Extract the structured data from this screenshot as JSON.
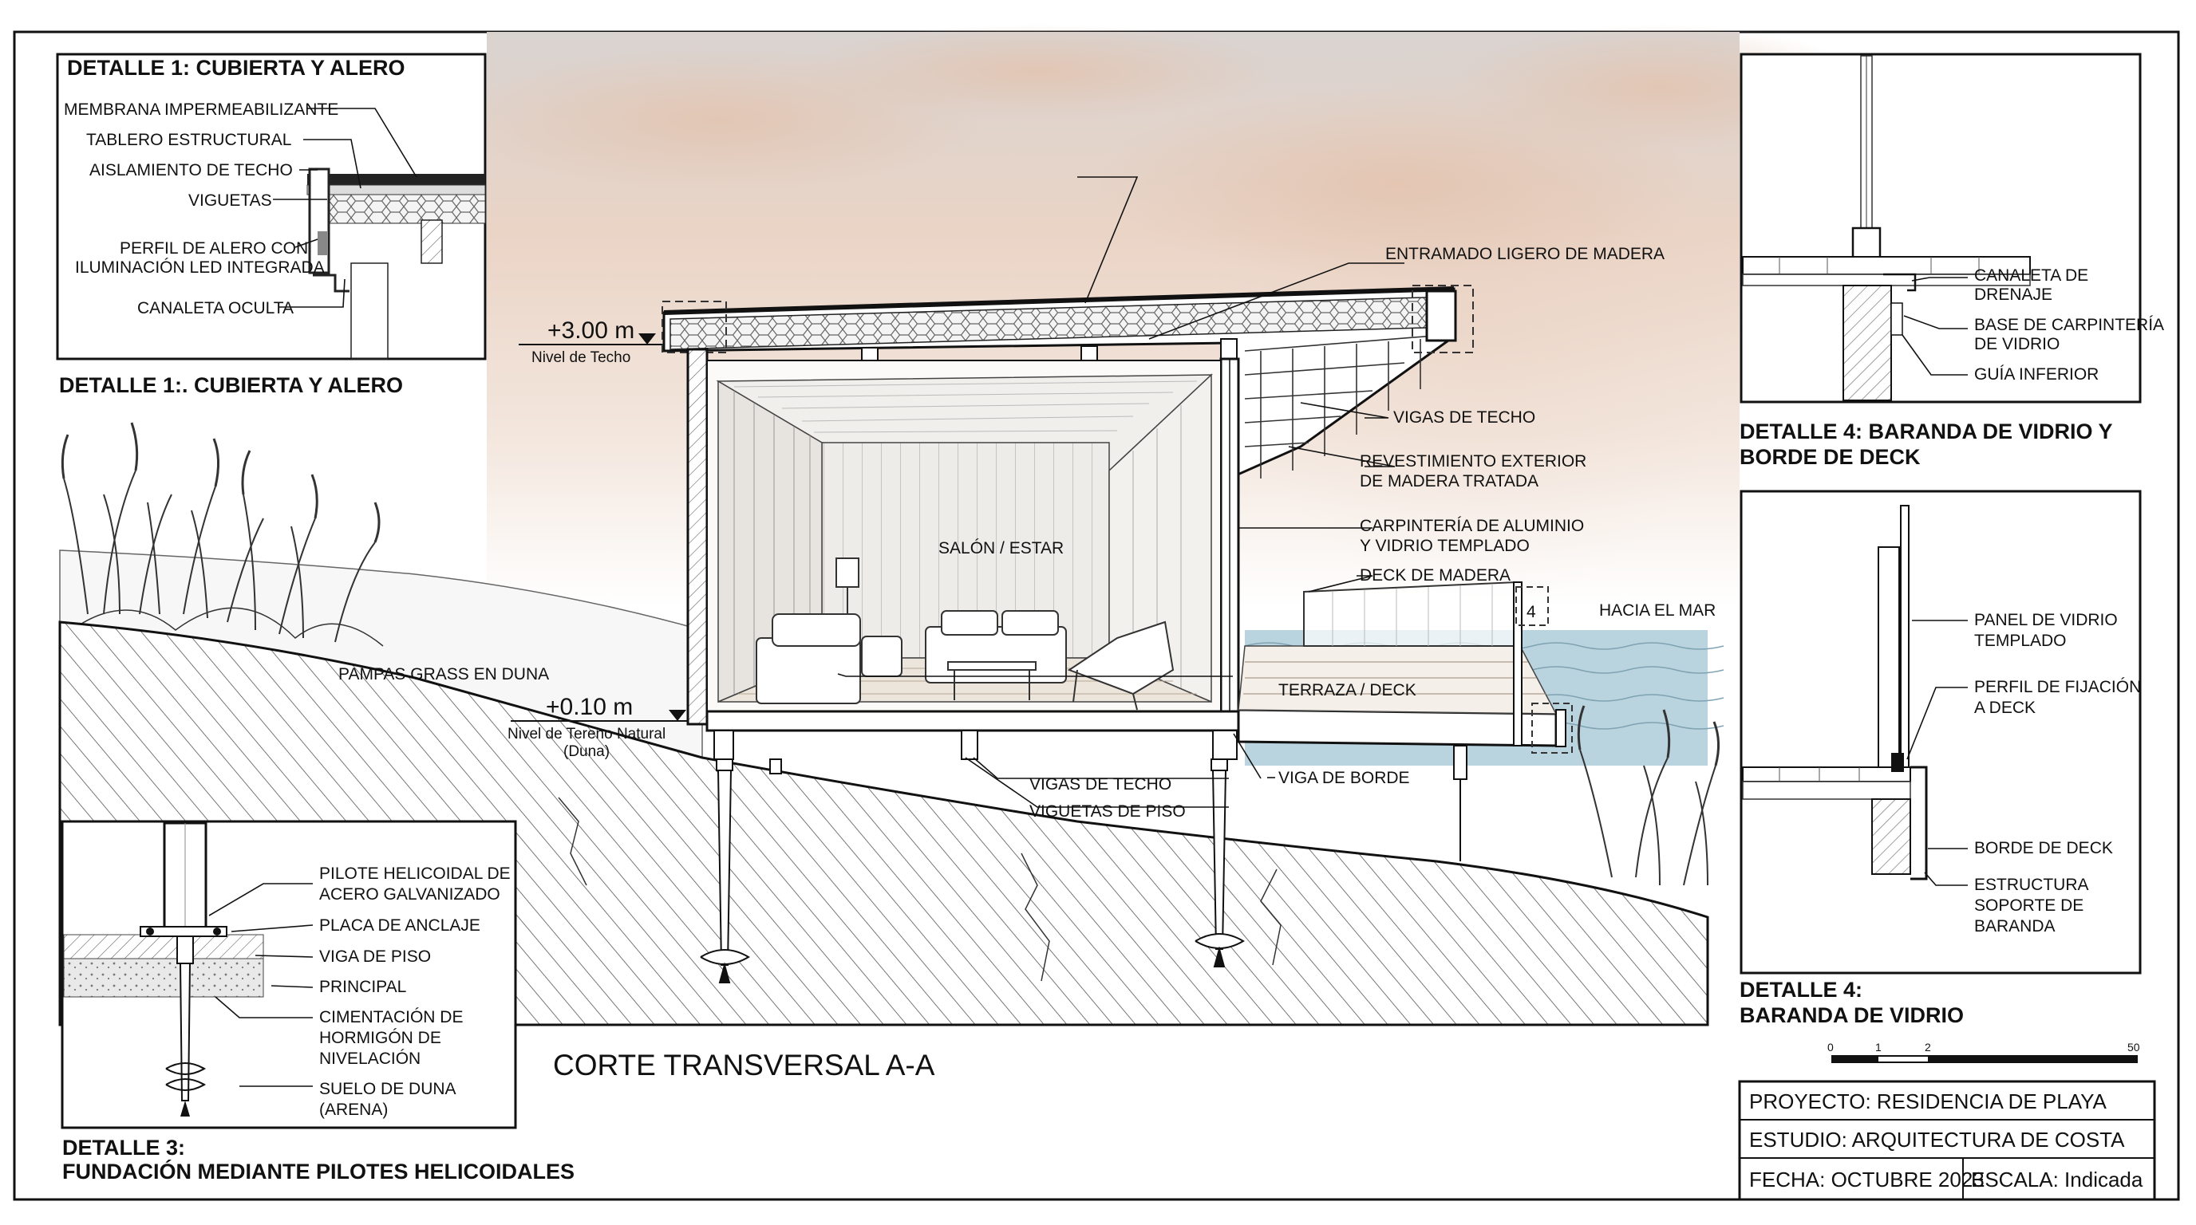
{
  "detail1": {
    "box_title": "DETALLE 1: CUBIERTA Y ALERO",
    "caption": "DETALLE 1:. CUBIERTA Y ALERO",
    "labels": [
      "MEMBRANA IMPERMEABILIZANTE",
      "TABLERO ESTRUCTURAL",
      "AISLAMIENTO DE TECHO",
      "VIGUETAS",
      "PERFIL DE ALERO CON",
      "ILUMINACIÓN LED INTEGRADA",
      "CANALETA OCULTA"
    ]
  },
  "levels": {
    "roof_value": "+3.00 m",
    "roof_label": "Nivel de Techo",
    "ground_value": "+0.10 m",
    "ground_label_1": "Nivel de Tereno Natural",
    "ground_label_2": "(Duna)"
  },
  "section": {
    "callouts": {
      "entramado": "ENTRAMADO LIGERO DE MADERA",
      "vigas_techo_roof": "VIGAS DE TECHO",
      "revestimiento_1": "REVESTIMIENTO EXTERIOR",
      "revestimiento_2": "DE MADERA TRATADA",
      "carpinteria_1": "CARPINTERÍA DE ALUMINIO",
      "carpinteria_2": "Y VIDRIO TEMPLADO",
      "deck_madera": "DECK DE MADERA",
      "hacia_mar": "HACIA EL MAR",
      "salon": "SALÓN / ESTAR",
      "terraza": "TERRAZA / DECK",
      "pampas": "PAMPAS GRASS EN DUNA",
      "vigas_techo_floor": "VIGAS DE TECHO",
      "viguetas_piso": "VIGUETAS DE PISO",
      "viga_borde": "VIGA DE BORDE",
      "detail_tag": "4"
    },
    "title": "CORTE TRANSVERSAL A-A"
  },
  "detail3": {
    "labels": [
      "PILOTE HELICOIDAL DE",
      "ACERO GALVANIZADO",
      "PLACA DE ANCLAJE",
      "VIGA DE PISO",
      "PRINCIPAL",
      "CIMENTACIÓN DE",
      "HORMIGÓN DE",
      "NIVELACIÓN",
      "SUELO DE DUNA",
      "(ARENA)"
    ],
    "caption_1": "DETALLE 3:",
    "caption_2": "FUNDACIÓN MEDIANTE PILOTES HELICOIDALES"
  },
  "detail4a": {
    "labels": [
      "CANALETA DE",
      "DRENAJE",
      "BASE DE CARPINTERÍA",
      "DE VIDRIO",
      "GUÍA INFERIOR"
    ],
    "caption_1": "DETALLE 4: BARANDA DE VIDRIO Y",
    "caption_2": "BORDE DE DECK"
  },
  "detail4b": {
    "labels": [
      "PANEL DE VIDRIO",
      "TEMPLADO",
      "PERFIL DE FIJACIÓN",
      "A DECK",
      "BORDE DE DECK",
      "ESTRUCTURA",
      "SOPORTE DE",
      "BARANDA"
    ],
    "caption_1": "DETALLE 4:",
    "caption_2": "BARANDA DE VIDRIO"
  },
  "scale_bar": {
    "ticks": [
      "0",
      "1",
      "2",
      "50"
    ]
  },
  "title_block": {
    "proyecto": "PROYECTO: RESIDENCIA DE PLAYA",
    "estudio": "ESTUDIO: ARQUITECTURA DE COSTA",
    "fecha": "FECHA: OCTUBRE 2023",
    "escala": "ESCALA: Indicada"
  },
  "colors": {
    "ink": "#111111",
    "sky_warm": "#e6c7b5",
    "sea": "#b9d3df",
    "wood": "#c9b49a"
  }
}
